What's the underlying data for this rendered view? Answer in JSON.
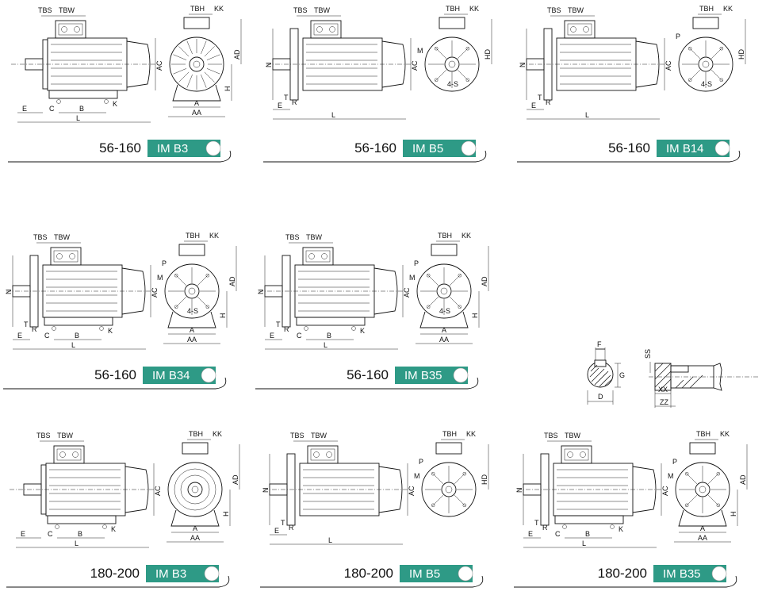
{
  "colors": {
    "badge": "#2e9a86",
    "line": "#111111"
  },
  "views": [
    {
      "id": "b3-small",
      "sizes": "56-160",
      "mount": "IM B3",
      "variant": "foot",
      "feet": true,
      "flange": false,
      "face": "fins",
      "labels": {
        "tbs": "TBS",
        "tbw": "TBW",
        "tbh": "TBH",
        "kk": "KK",
        "ac": "AC",
        "ad": "AD",
        "h": "H",
        "e": "E",
        "c": "C",
        "b": "B",
        "l": "L",
        "k": "K",
        "a": "A",
        "aa": "AA"
      }
    },
    {
      "id": "b5-small",
      "sizes": "56-160",
      "mount": "IM B5",
      "variant": "flange",
      "feet": false,
      "flange": true,
      "face": "flange",
      "labels": {
        "tbs": "TBS",
        "tbw": "TBW",
        "tbh": "TBH",
        "kk": "KK",
        "ac": "AC",
        "hd": "HD",
        "n": "N",
        "m": "M",
        "t": "T",
        "r": "R",
        "e": "E",
        "l": "L",
        "s": "4-S"
      }
    },
    {
      "id": "b14-small",
      "sizes": "56-160",
      "mount": "IM B14",
      "variant": "face",
      "feet": false,
      "flange": true,
      "face": "face",
      "labels": {
        "tbs": "TBS",
        "tbw": "TBW",
        "tbh": "TBH",
        "kk": "KK",
        "ac": "AC",
        "hd": "HD",
        "n": "N",
        "p": "P",
        "t": "T",
        "r": "R",
        "e": "E",
        "l": "L",
        "s": "4-S"
      }
    },
    {
      "id": "b34-small",
      "sizes": "56-160",
      "mount": "IM B34",
      "variant": "foot-face",
      "feet": true,
      "flange": true,
      "face": "face",
      "labels": {
        "tbs": "TBS",
        "tbw": "TBW",
        "tbh": "TBH",
        "kk": "KK",
        "ac": "AC",
        "ad": "AD",
        "h": "H",
        "n": "N",
        "p": "P",
        "m": "M",
        "t": "T",
        "r": "R",
        "e": "E",
        "c": "C",
        "b": "B",
        "l": "L",
        "k": "K",
        "a": "A",
        "aa": "AA",
        "s": "4-S"
      }
    },
    {
      "id": "b35-small",
      "sizes": "56-160",
      "mount": "IM B35",
      "variant": "foot-flange",
      "feet": true,
      "flange": true,
      "face": "flange",
      "labels": {
        "tbs": "TBS",
        "tbw": "TBW",
        "tbh": "TBH",
        "kk": "KK",
        "ac": "AC",
        "ad": "AD",
        "h": "H",
        "n": "N",
        "p": "P",
        "m": "M",
        "t": "T",
        "r": "R",
        "e": "E",
        "c": "C",
        "b": "B",
        "l": "L",
        "k": "K",
        "a": "A",
        "aa": "AA",
        "s": "4-S"
      }
    },
    {
      "id": "b3-large",
      "sizes": "180-200",
      "mount": "IM B3",
      "variant": "foot",
      "feet": true,
      "flange": false,
      "face": "ring",
      "labels": {
        "tbs": "TBS",
        "tbw": "TBW",
        "tbh": "TBH",
        "kk": "KK",
        "ac": "AC",
        "ad": "AD",
        "h": "H",
        "e": "E",
        "c": "C",
        "b": "B",
        "l": "L",
        "k": "K",
        "a": "A",
        "aa": "AA"
      }
    },
    {
      "id": "b5-large",
      "sizes": "180-200",
      "mount": "IM B5",
      "variant": "flange",
      "feet": false,
      "flange": true,
      "face": "spoke",
      "labels": {
        "tbs": "TBS",
        "tbw": "TBW",
        "tbh": "TBH",
        "kk": "KK",
        "ac": "AC",
        "hd": "HD",
        "n": "N",
        "p": "P",
        "m": "M",
        "t": "T",
        "r": "R",
        "e": "E",
        "l": "L"
      }
    },
    {
      "id": "b35-large",
      "sizes": "180-200",
      "mount": "IM B35",
      "variant": "foot-flange",
      "feet": true,
      "flange": true,
      "face": "spoke",
      "labels": {
        "tbs": "TBS",
        "tbw": "TBW",
        "tbh": "TBH",
        "kk": "KK",
        "ac": "AC",
        "ad": "AD",
        "h": "H",
        "n": "N",
        "p": "P",
        "m": "M",
        "t": "T",
        "r": "R",
        "e": "E",
        "c": "C",
        "b": "B",
        "l": "L",
        "k": "K",
        "a": "A",
        "aa": "AA"
      }
    }
  ],
  "shaft_details": {
    "key_section": {
      "f": "F",
      "g": "G",
      "d": "D"
    },
    "shaft_end": {
      "ss": "SS",
      "xx": "XX",
      "zz": "ZZ"
    }
  }
}
